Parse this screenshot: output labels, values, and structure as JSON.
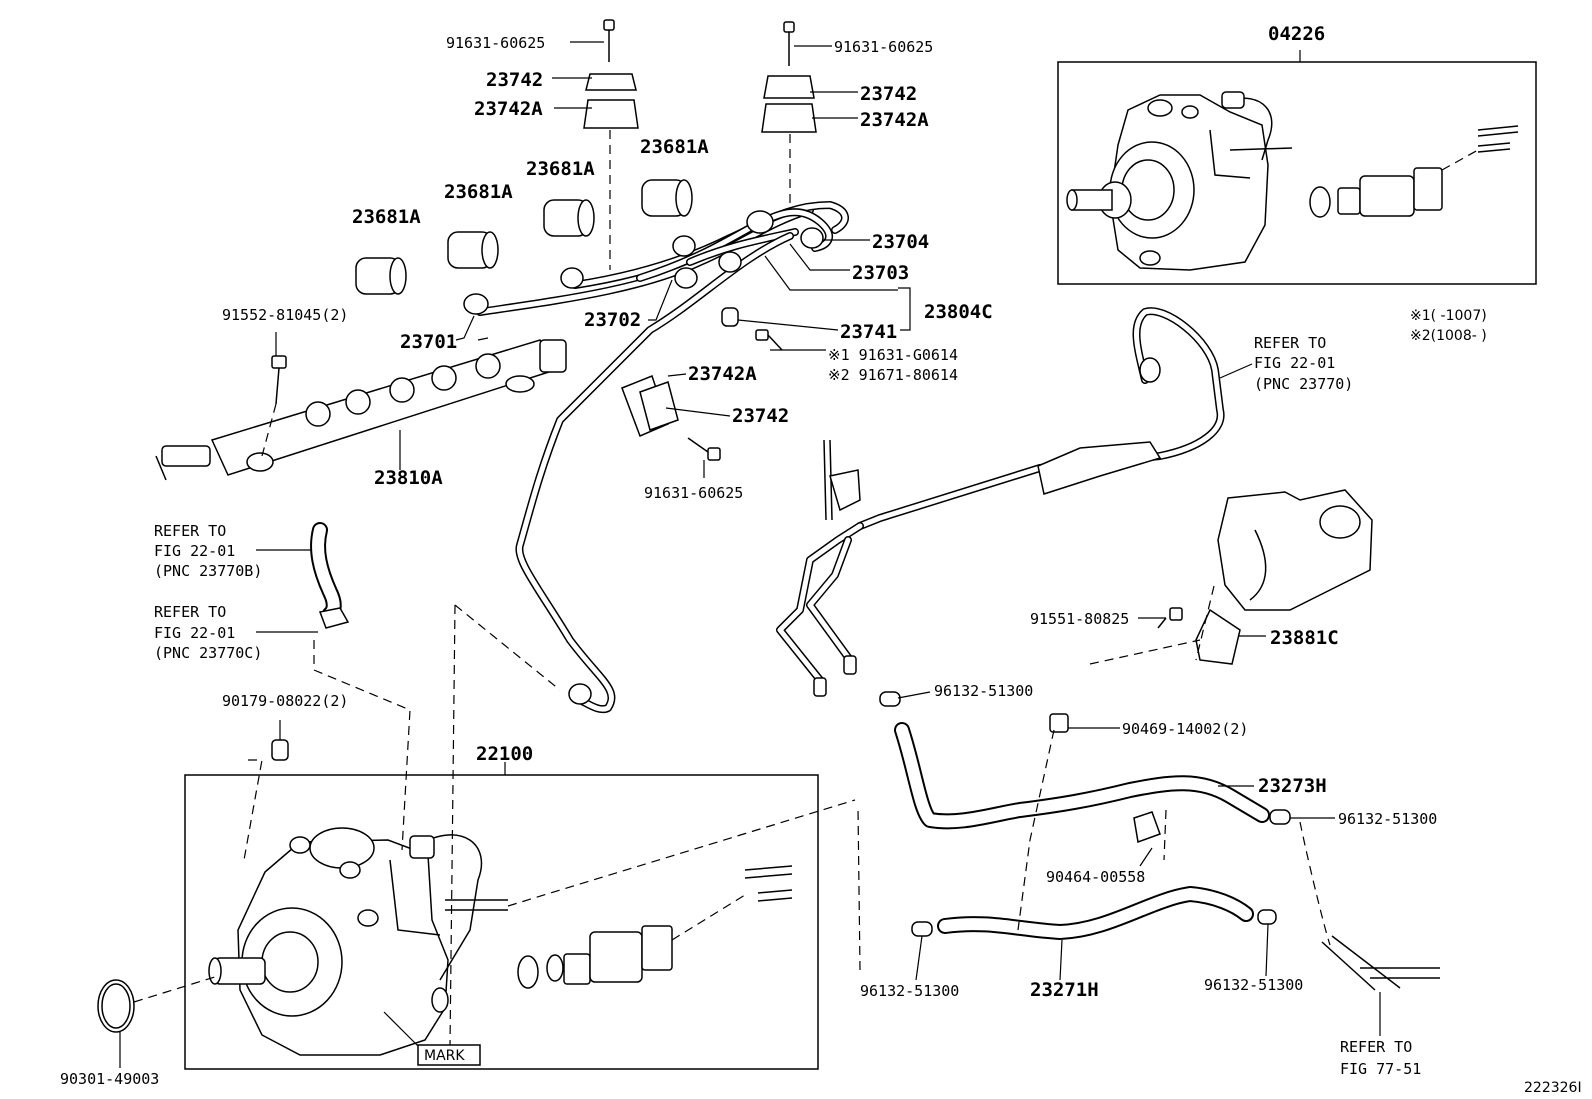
{
  "labels": {
    "p04226": "04226",
    "p91631_top_left": "91631-60625",
    "p91631_top_right": "91631-60625",
    "p23742_left": "23742",
    "p23742a_left": "23742A",
    "p23742_right": "23742",
    "p23742a_right": "23742A",
    "p23681a_1": "23681A",
    "p23681a_2": "23681A",
    "p23681a_3": "23681A",
    "p23681a_4": "23681A",
    "p23704": "23704",
    "p23703": "23703",
    "p23804c": "23804C",
    "p23741": "23741",
    "p91552": "91552-81045(2)",
    "p23701": "23701",
    "p23702": "23702",
    "p91631_g0614": "※1 91631-G0614",
    "p91671": "※2 91671-80614",
    "p23742a_mid": "23742A",
    "p23742_mid": "23742",
    "p91631_mid": "91631-60625",
    "p23810a": "23810A",
    "note1": "※1(     -1007)",
    "note2": "※2(1008-     )",
    "refer1_a": "REFER TO",
    "refer1_b": "FIG 22-01",
    "refer1_c": "(PNC 23770)",
    "refer2_a": "REFER TO",
    "refer2_b": "FIG 22-01",
    "refer2_c": "(PNC 23770B)",
    "refer3_a": "REFER TO",
    "refer3_b": "FIG 22-01",
    "refer3_c": "(PNC 23770C)",
    "refer4_a": "REFER TO",
    "refer4_b": "FIG 77-51",
    "p91551": "91551-80825",
    "p23881c": "23881C",
    "p96132_a": "96132-51300",
    "p90469": "90469-14002(2)",
    "p23273h": "23273H",
    "p96132_b": "96132-51300",
    "p90464": "90464-00558",
    "p96132_c": "96132-51300",
    "p23271h": "23271H",
    "p96132_d": "96132-51300",
    "p90179": "90179-08022(2)",
    "p22100": "22100",
    "p90301": "90301-49003",
    "mark": "MARK",
    "fig_code": "222326I"
  }
}
